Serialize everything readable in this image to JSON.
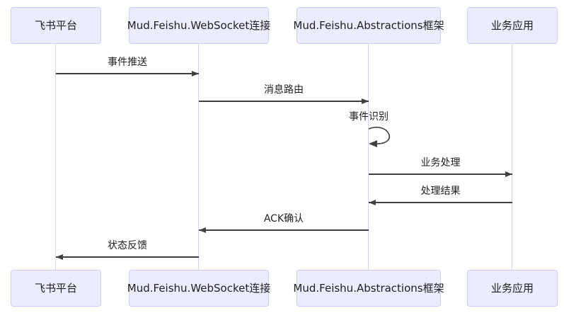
{
  "diagram": {
    "type": "sequence-diagram",
    "background": "#ffffff",
    "colors": {
      "actor_fill": "#ECECFF",
      "actor_border": "#CCCCFF",
      "lifeline": "#d9d2f2",
      "arrow": "#3f3f3f",
      "text": "#1f1f1f"
    },
    "participants": [
      {
        "id": "feishu-platform",
        "label": "飞书平台"
      },
      {
        "id": "websocket-connection",
        "label": "Mud.Feishu.WebSocket连接"
      },
      {
        "id": "abstractions-framework",
        "label": "Mud.Feishu.Abstractions框架"
      },
      {
        "id": "business-app",
        "label": "业务应用"
      }
    ],
    "messages": [
      {
        "from": "飞书平台",
        "to": "Mud.Feishu.WebSocket连接",
        "label": "事件推送",
        "style": "solid-arrow"
      },
      {
        "from": "Mud.Feishu.WebSocket连接",
        "to": "Mud.Feishu.Abstractions框架",
        "label": "消息路由",
        "style": "solid-arrow"
      },
      {
        "from": "Mud.Feishu.Abstractions框架",
        "to": "Mud.Feishu.Abstractions框架",
        "label": "事件识别",
        "style": "self-loop"
      },
      {
        "from": "Mud.Feishu.Abstractions框架",
        "to": "业务应用",
        "label": "业务处理",
        "style": "solid-arrow"
      },
      {
        "from": "业务应用",
        "to": "Mud.Feishu.Abstractions框架",
        "label": "处理结果",
        "style": "solid-arrow"
      },
      {
        "from": "Mud.Feishu.Abstractions框架",
        "to": "Mud.Feishu.WebSocket连接",
        "label": "ACK确认",
        "style": "solid-arrow"
      },
      {
        "from": "Mud.Feishu.WebSocket连接",
        "to": "飞书平台",
        "label": "状态反馈",
        "style": "solid-arrow"
      }
    ]
  }
}
